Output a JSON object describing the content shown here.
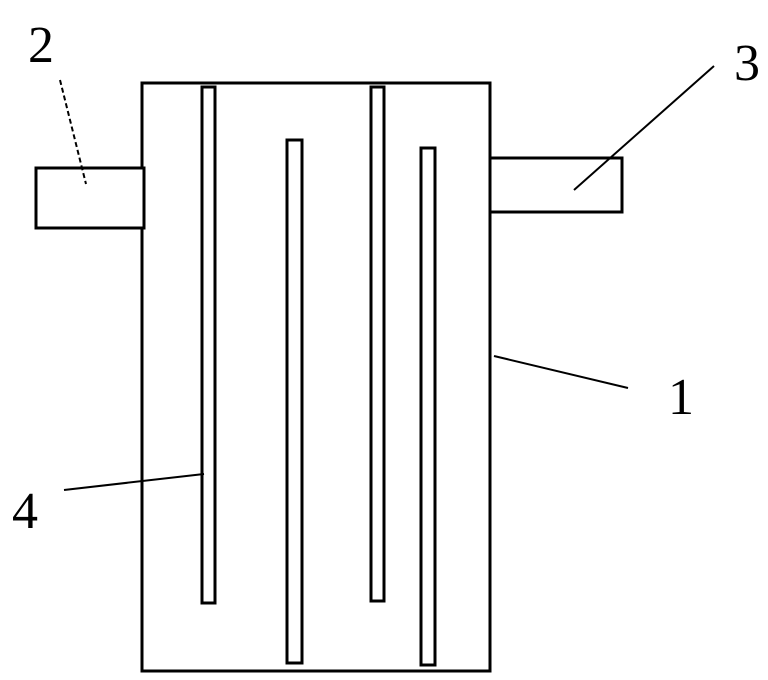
{
  "diagram": {
    "colors": {
      "stroke": "#000000",
      "fill": "#ffffff"
    },
    "labels": {
      "body": "1",
      "inlet_pipe": "2",
      "outlet_pipe": "3",
      "baffle": "4"
    }
  }
}
